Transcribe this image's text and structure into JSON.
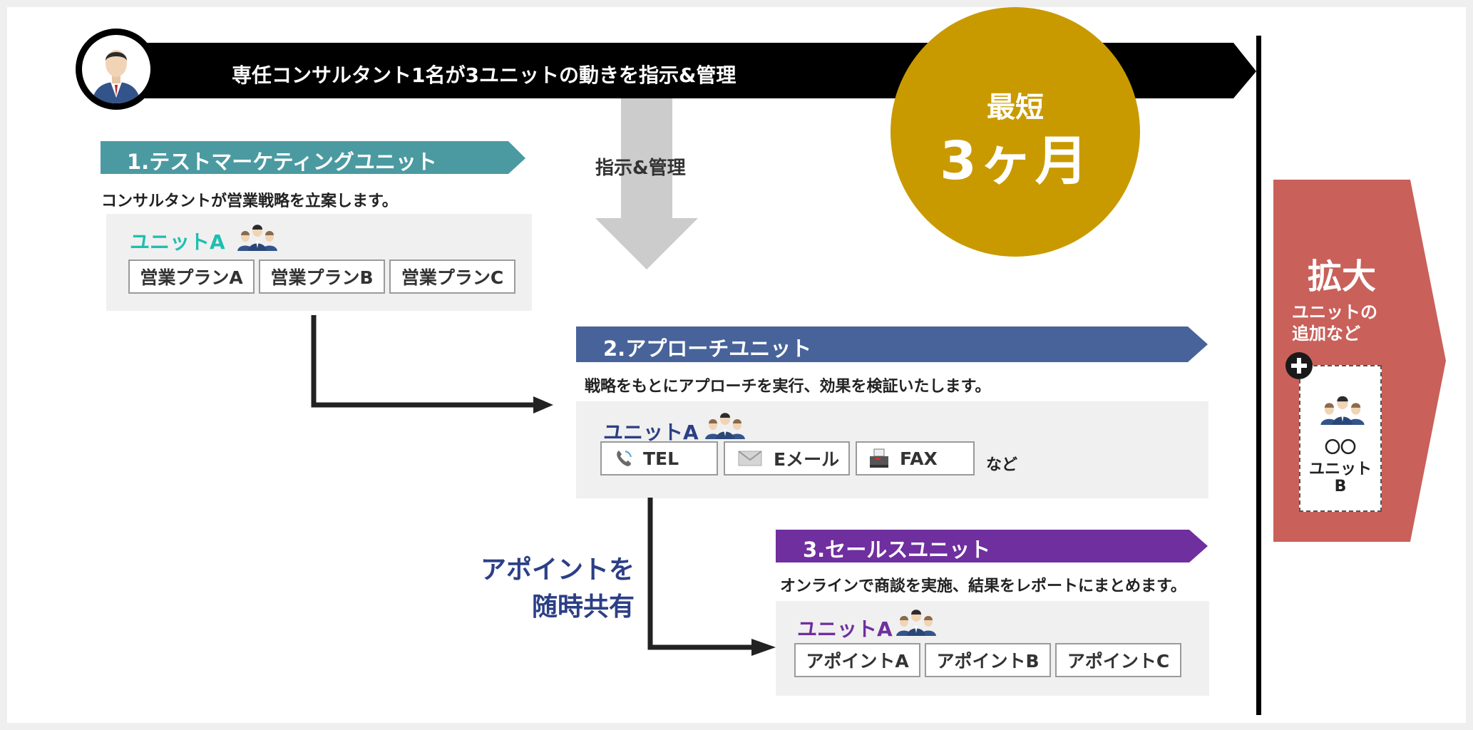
{
  "header": {
    "title": "専任コンサルタント1名が3ユニットの動きを指示&管理"
  },
  "badge": {
    "line1": "最短",
    "line2": "3ヶ月",
    "color": "#c99a00"
  },
  "command_label": "指示&管理",
  "units": [
    {
      "title": "1.テストマーケティングユニット",
      "color": "#4b9aa1",
      "description": "コンサルタントが営業戦略を立案します。",
      "unit_label": "ユニットA",
      "unit_label_color": "#1fbfb0",
      "items": [
        "営業プランA",
        "営業プランB",
        "営業プランC"
      ]
    },
    {
      "title": "2.アプローチユニット",
      "color": "#47639a",
      "description": "戦略をもとにアプローチを実行、効果を検証いたします。",
      "unit_label": "ユニットA",
      "unit_label_color": "#2c3f86",
      "items": [
        {
          "icon": "phone-icon",
          "label": "TEL"
        },
        {
          "icon": "envelope-icon",
          "label": "Eメール"
        },
        {
          "icon": "fax-icon",
          "label": "FAX"
        }
      ],
      "suffix": "など"
    },
    {
      "title": "3.セールスユニット",
      "color": "#6f2f9e",
      "description": "オンラインで商談を実施、結果をレポートにまとめます。",
      "unit_label": "ユニットA",
      "unit_label_color": "#6f2f9e",
      "items": [
        "アポイントA",
        "アポイントB",
        "アポイントC"
      ]
    }
  ],
  "share_note": {
    "line1": "アポイントを",
    "line2": "随時共有",
    "color": "#2c3f86"
  },
  "expand": {
    "title": "拡大",
    "subtitle_line1": "ユニットの",
    "subtitle_line2": "追加など",
    "new_unit_line1": "〇〇",
    "new_unit_line2": "ユニット",
    "new_unit_line3": "B",
    "color": "#c9605a"
  }
}
